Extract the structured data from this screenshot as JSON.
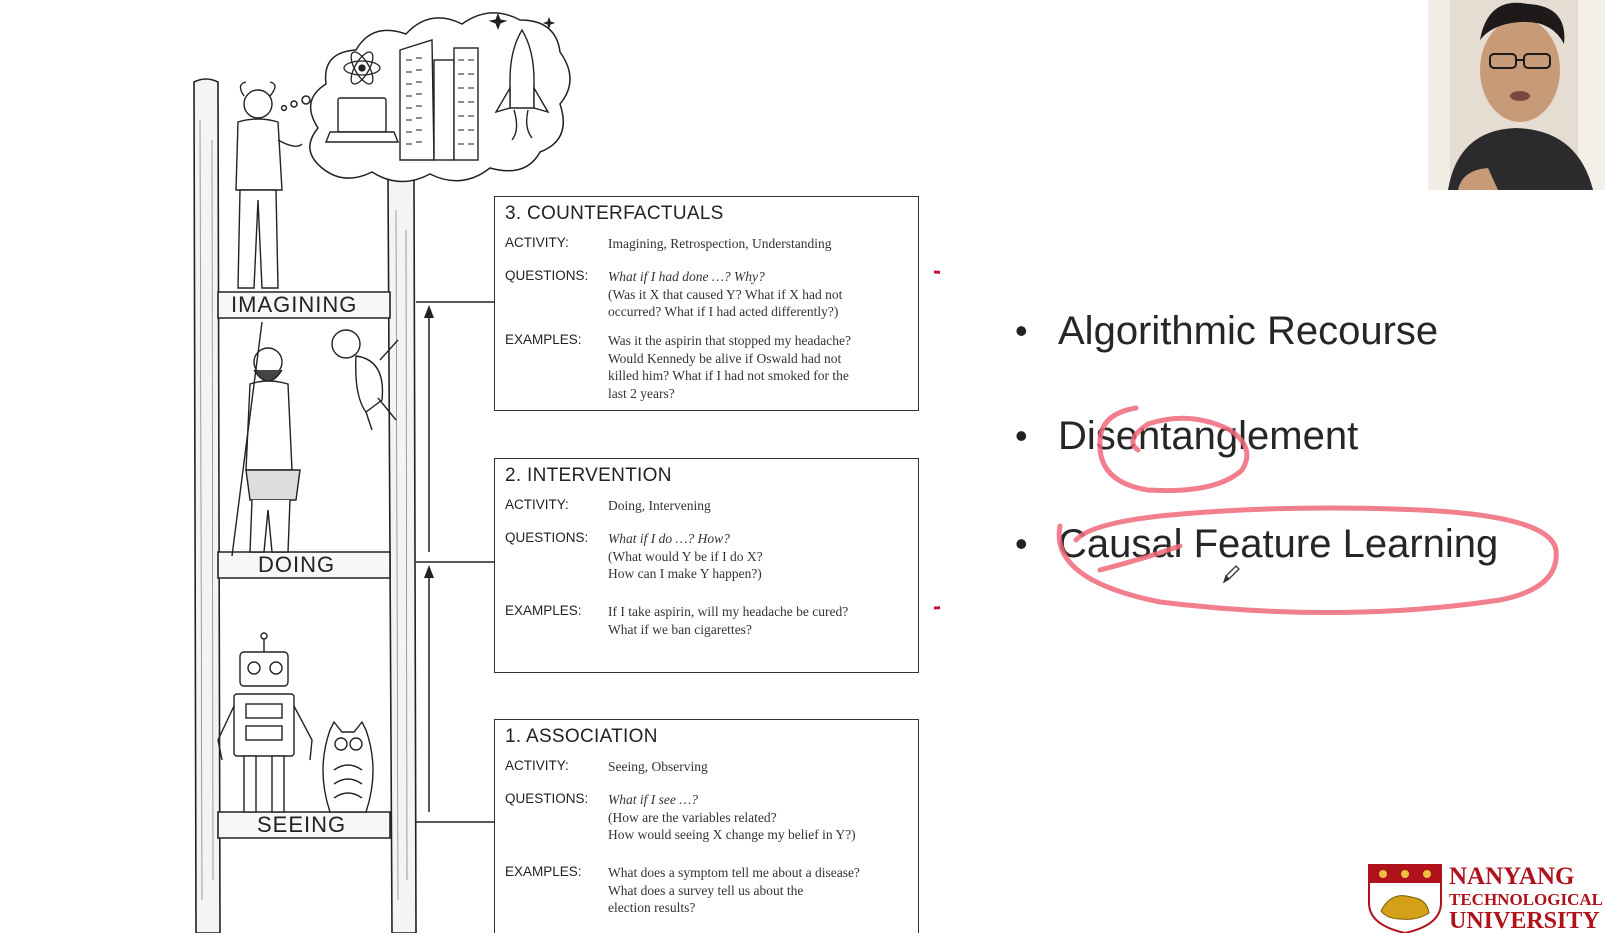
{
  "rungs": [
    {
      "label": "IMAGINING"
    },
    {
      "label": "DOING"
    },
    {
      "label": "SEEING"
    }
  ],
  "boxes": {
    "counterfactuals": {
      "title": "3. COUNTERFACTUALS",
      "activity_label": "ACTIVITY:",
      "activity": "Imagining, Retrospection, Understanding",
      "questions_label": "QUESTIONS:",
      "questions_italic": "What if I had done …? Why?",
      "questions_lines": [
        "(Was it X that caused Y? What if X had not",
        "occurred? What if I had acted differently?)"
      ],
      "examples_label": "EXAMPLES:",
      "examples_lines": [
        "Was it the aspirin that stopped my headache?",
        "Would Kennedy be alive if Oswald had not",
        "killed him? What if I had not smoked for the",
        "last 2 years?"
      ]
    },
    "intervention": {
      "title": "2. INTERVENTION",
      "activity_label": "ACTIVITY:",
      "activity": "Doing, Intervening",
      "questions_label": "QUESTIONS:",
      "questions_italic": "What if I do …? How?",
      "questions_lines": [
        "(What would Y be if I do X?",
        "How can I make Y happen?)"
      ],
      "examples_label": "EXAMPLES:",
      "examples_lines": [
        "If I take aspirin, will my headache be cured?",
        "What if we ban cigarettes?"
      ]
    },
    "association": {
      "title": "1. ASSOCIATION",
      "activity_label": "ACTIVITY:",
      "activity": "Seeing, Observing",
      "questions_label": "QUESTIONS:",
      "questions_italic": "What if I see …?",
      "questions_lines": [
        "(How are the variables related?",
        "How would seeing X change my belief in Y?)"
      ],
      "examples_label": "EXAMPLES:",
      "examples_lines": [
        "What does a symptom tell me about a disease?",
        "What does a survey tell us about the",
        "election results?"
      ]
    }
  },
  "bullets": [
    {
      "text": "Algorithmic Recourse"
    },
    {
      "text": "Disentanglement"
    },
    {
      "text": "Causal Feature Learning"
    }
  ],
  "logo": {
    "line1": "NANYANG",
    "line2": "TECHNOLOGICAL",
    "line3": "UNIVERSITY"
  },
  "colors": {
    "brace": "#c8102e",
    "annotation": "#f0697a",
    "logo_red": "#b0121b"
  },
  "icons": [
    "atom-icon",
    "laptop-icon",
    "building-icon",
    "rocket-icon",
    "robot-icon",
    "owl-icon",
    "pen-cursor-icon",
    "ntu-crest-icon"
  ]
}
